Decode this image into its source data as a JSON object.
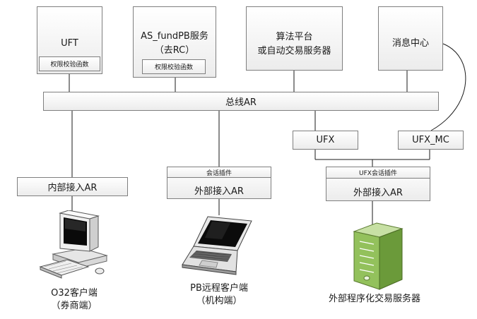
{
  "top_boxes": {
    "uft": {
      "title": "UFT",
      "sub": "权限校验函数"
    },
    "as_fundpb": {
      "title_line1": "AS_fundPB服务",
      "title_line2": "（去RC）",
      "sub": "权限校验函数"
    },
    "algo": {
      "line1": "算法平台",
      "line2": "或自动交易服务器"
    },
    "msg": {
      "title": "消息中心"
    }
  },
  "bus": {
    "label": "总线AR"
  },
  "ufx": {
    "label": "UFX"
  },
  "ufx_mc": {
    "label": "UFX_MC"
  },
  "internal_ar": {
    "label": "内部接入AR"
  },
  "external_ar_pb": {
    "plugin": "会话插件",
    "label": "外部接入AR"
  },
  "external_ar_ufx": {
    "plugin": "UFX会话插件",
    "label": "外部接入AR"
  },
  "clients": {
    "o32": {
      "line1": "O32客户端",
      "line2": "（券商端）",
      "icon": "desktop-computer-icon"
    },
    "pb": {
      "line1": "PB远程客户端",
      "line2": "（机构端）",
      "icon": "laptop-icon"
    },
    "server": {
      "line1": "外部程序化交易服务器",
      "icon": "server-tower-icon"
    }
  },
  "colors": {
    "line": "#1a1a1a",
    "border": "#7f7f7f",
    "server_green": "#8fbf5a"
  }
}
